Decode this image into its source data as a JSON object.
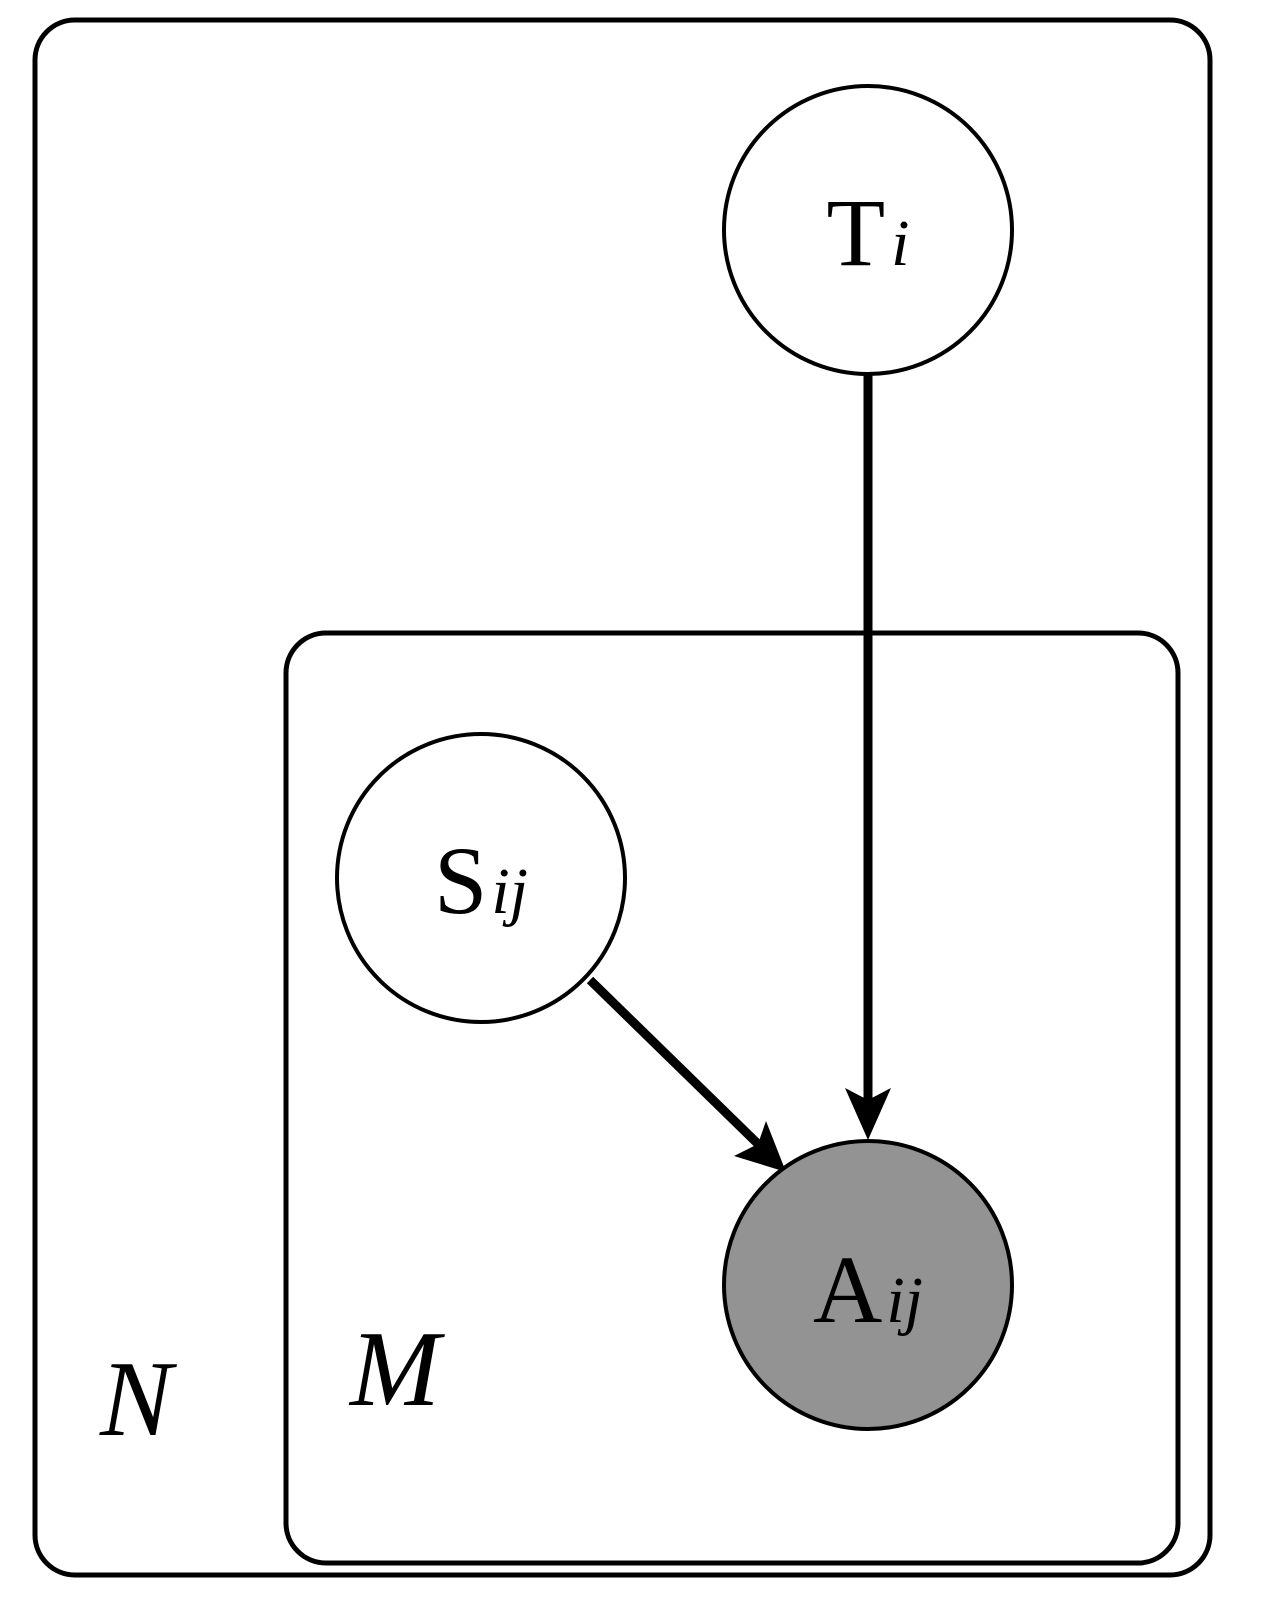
{
  "colors": {
    "background": "#ffffff",
    "stroke": "#000000",
    "latent_node_fill": "#ffffff",
    "observed_node_fill": "#939393"
  },
  "plates": {
    "outer": {
      "label": "N"
    },
    "inner": {
      "label": "M"
    }
  },
  "nodes": {
    "t": {
      "base": "T",
      "sub": "i",
      "observed": false
    },
    "s": {
      "base": "S",
      "sub": "ij",
      "observed": false
    },
    "a": {
      "base": "A",
      "sub": "ij",
      "observed": true
    }
  },
  "edges": [
    {
      "from": "t",
      "to": "a"
    },
    {
      "from": "s",
      "to": "a"
    }
  ]
}
